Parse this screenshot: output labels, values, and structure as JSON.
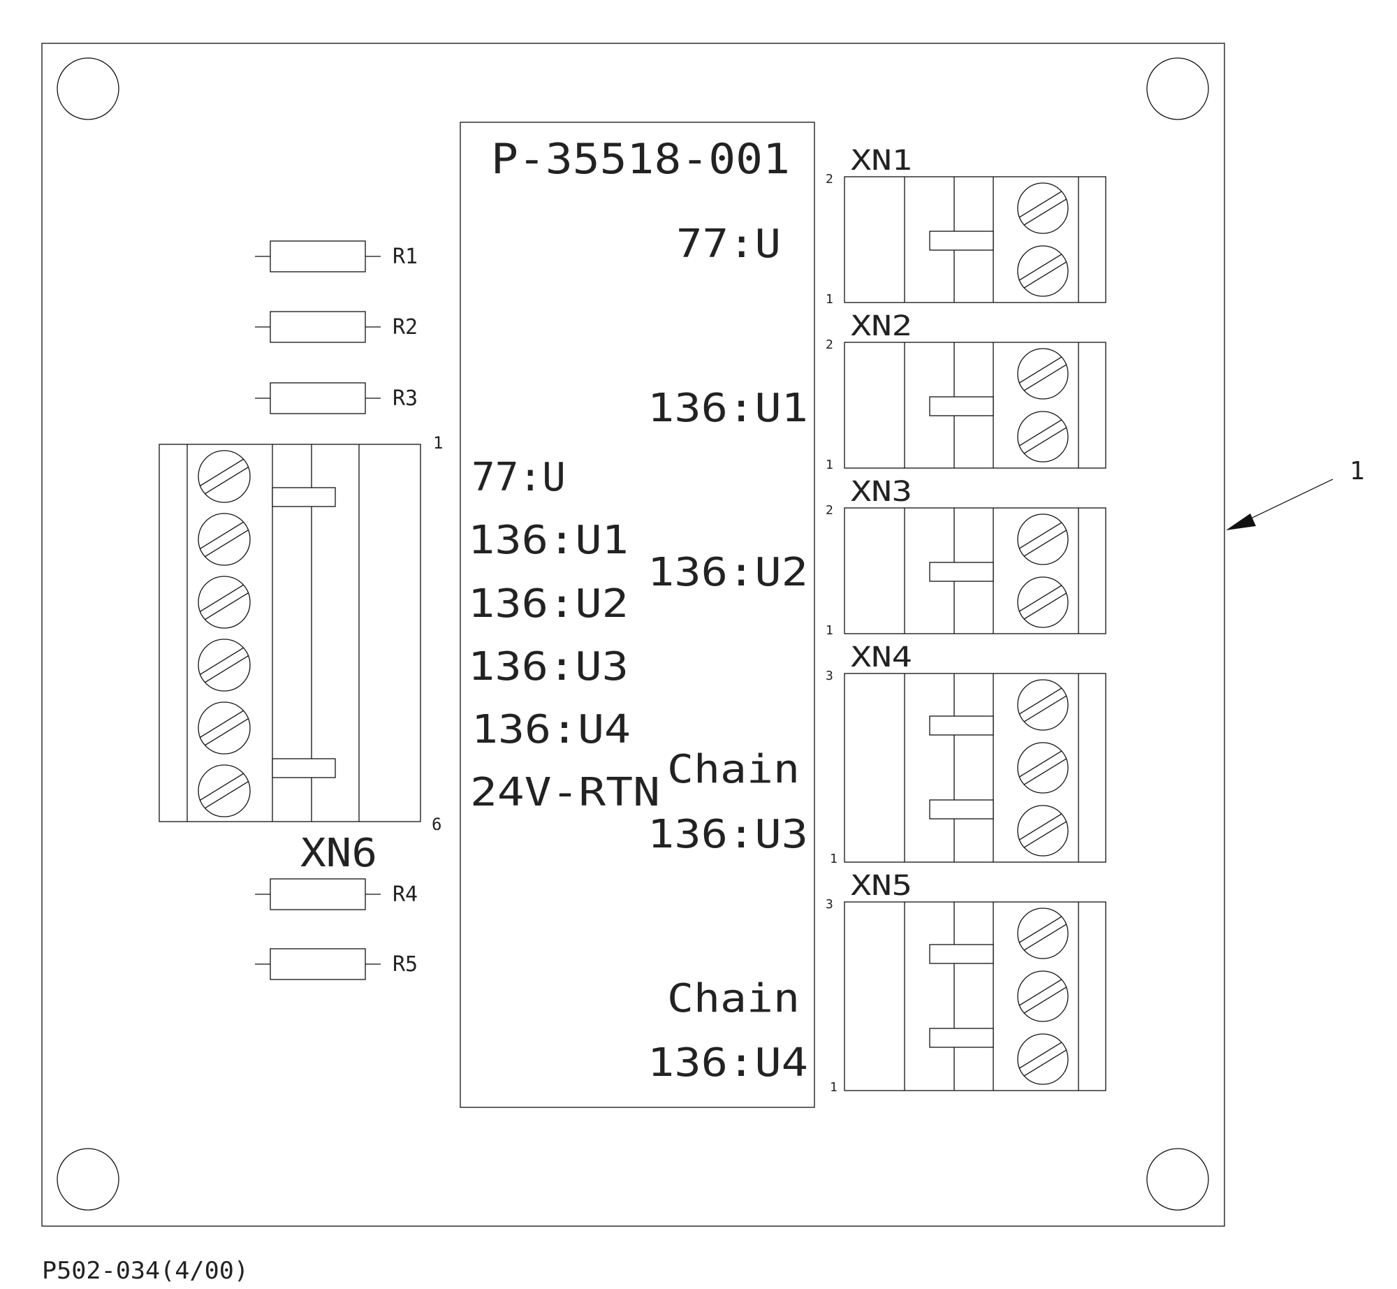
{
  "module_part_number": "P-35518-001",
  "drawing_code": "P502-034(4/00)",
  "callout_number": "1",
  "left_labels": [
    "77:U",
    "136:U1",
    "136:U2",
    "136:U3",
    "136:U4",
    "24V-RTN"
  ],
  "right_labels": [
    "77:U",
    "136:U1",
    "136:U2",
    "Chain",
    "136:U3",
    "Chain",
    "136:U4"
  ],
  "resistors": [
    "R1",
    "R2",
    "R3",
    "R4",
    "R5"
  ],
  "connectors": [
    {
      "name": "XN1",
      "pin_top": "2",
      "pin_bottom": "1",
      "screws": 2
    },
    {
      "name": "XN2",
      "pin_top": "2",
      "pin_bottom": "1",
      "screws": 2
    },
    {
      "name": "XN3",
      "pin_top": "2",
      "pin_bottom": "1",
      "screws": 2
    },
    {
      "name": "XN4",
      "pin_top": "3",
      "pin_bottom": "1",
      "screws": 3
    },
    {
      "name": "XN5",
      "pin_top": "3",
      "pin_bottom": "1",
      "screws": 3
    }
  ],
  "xn6": {
    "name": "XN6",
    "pin_top": "1",
    "pin_bottom": "6",
    "screws": 6
  }
}
